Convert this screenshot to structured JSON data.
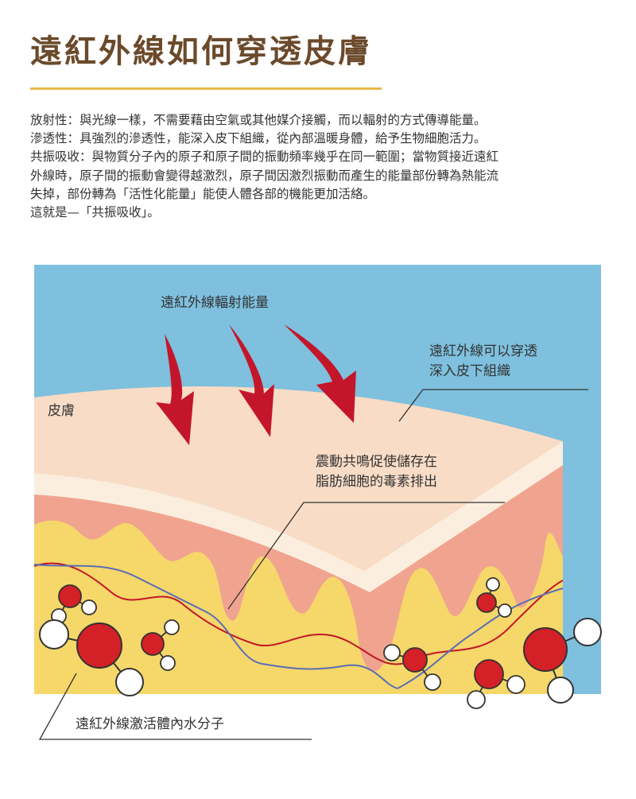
{
  "title": "遠紅外線如何穿透皮膚",
  "paragraphs": [
    "放射性：與光線一樣，不需要藉由空氣或其他媒介接觸，而以輻射的方式傳導能量。",
    "滲透性：具強烈的滲透性，能深入皮下組織，從內部溫暖身體，給予生物細胞活力。",
    "共振吸收：與物質分子內的原子和原子間的振動頻率幾乎在同一範圍；當物質接近遠紅",
    "外線時，原子間的振動會變得越激烈，原子間因激烈振動而產生的能量部份轉為熱能流",
    "失掉，部份轉為「活性化能量」能使人體各部的機能更加活絡。",
    "這就是—「共振吸收」。"
  ],
  "diagram": {
    "radiation_label": "遠紅外線輻射能量",
    "penetration_label": [
      "遠紅外線可以穿透",
      "深入皮下組織"
    ],
    "skin_label": "皮膚",
    "resonance_label": [
      "震動共鳴促使儲存在",
      "脂肪細胞的毒素排出"
    ],
    "water_label": "遠紅外線激活體內水分子"
  },
  "colors": {
    "title": "#6b4a2b",
    "title_rule": "#e9b949",
    "sky": "#7ec0de",
    "skin_surface": "#f8dcc6",
    "skin_edge": "#fbeedf",
    "dermis": "#f0a48f",
    "fat": "#f5d76a",
    "arrow": "#c4162a",
    "oxygen": "#d42027",
    "hydrogen": "#ffffff"
  }
}
